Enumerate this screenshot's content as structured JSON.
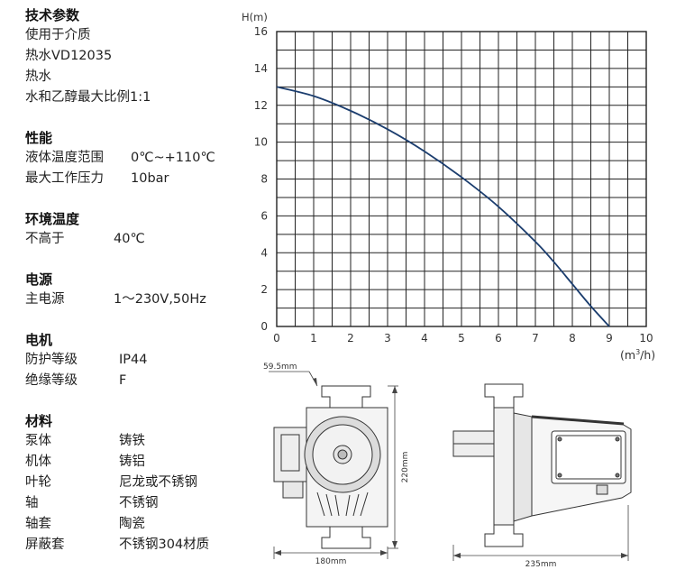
{
  "spec": {
    "tech": {
      "title": "技术参数",
      "lines": [
        "使用于介质",
        "热水VD12035",
        "热水",
        "水和乙醇最大比例1:1"
      ]
    },
    "performance": {
      "title": "性能",
      "rows": [
        {
          "k": "液体温度范围",
          "v": "0℃~+110℃"
        },
        {
          "k": "最大工作压力",
          "v": "10bar"
        }
      ]
    },
    "environment": {
      "title": "环境温度",
      "rows": [
        {
          "k": "不高于",
          "v": "40℃"
        }
      ]
    },
    "power": {
      "title": "电源",
      "rows": [
        {
          "k": "主电源",
          "v": "1～230V,50Hz"
        }
      ]
    },
    "motor": {
      "title": "电机",
      "rows": [
        {
          "k": "防护等级",
          "v": "IP44"
        },
        {
          "k": "绝缘等级",
          "v": "F"
        }
      ]
    },
    "material": {
      "title": "材料",
      "rows": [
        {
          "k": "泵体",
          "v": "铸铁"
        },
        {
          "k": "机体",
          "v": "铸铝"
        },
        {
          "k": "叶轮",
          "v": "尼龙或不锈钢"
        },
        {
          "k": "轴",
          "v": "不锈钢"
        },
        {
          "k": "轴套",
          "v": "陶瓷"
        },
        {
          "k": "屏蔽套",
          "v": "不锈钢304材质"
        }
      ]
    }
  },
  "chart_data": {
    "type": "line",
    "title": "",
    "ylabel": "H(m)",
    "xlabel_prefix": "(m",
    "xlabel_sup": "3",
    "xlabel_suffix": "/h)",
    "xlim": [
      0,
      10
    ],
    "ylim": [
      0,
      16
    ],
    "xticks": [
      0,
      1,
      2,
      3,
      4,
      5,
      6,
      7,
      8,
      9,
      10
    ],
    "yticks": [
      0,
      2,
      4,
      6,
      8,
      10,
      12,
      14,
      16
    ],
    "grid": true,
    "grid_step_x": 0.5,
    "grid_step_y": 1,
    "curve_color": "#1b3d6e",
    "series": [
      {
        "x": [
          0,
          1,
          2,
          3,
          4,
          5,
          6,
          7,
          7.5,
          8,
          8.5,
          9
        ],
        "y": [
          13,
          12.5,
          11.7,
          10.7,
          9.5,
          8.1,
          6.5,
          4.6,
          3.5,
          2.3,
          1.1,
          0
        ]
      }
    ]
  },
  "drawings": {
    "top_dim": "59.5mm",
    "height_dim": "220mm",
    "width_front": "180mm",
    "width_side": "235mm"
  }
}
